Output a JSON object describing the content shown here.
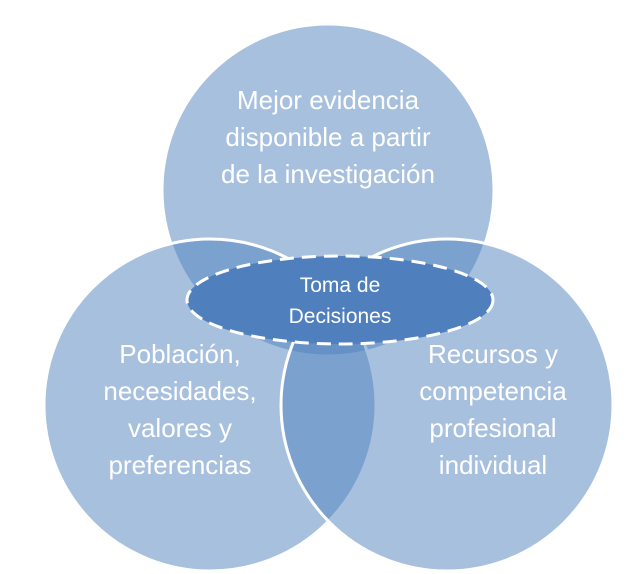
{
  "diagram": {
    "circles": {
      "top": "Mejor evidencia disponible a partir de la investigación",
      "left": "Población, necesidades, valores y preferencias",
      "right": "Recursos y competencia profesional individual"
    },
    "center": "Toma de Decisiones",
    "colors": {
      "circle": "#4f81bd",
      "ellipse": "#4f7fbd",
      "stroke": "#ffffff"
    }
  }
}
